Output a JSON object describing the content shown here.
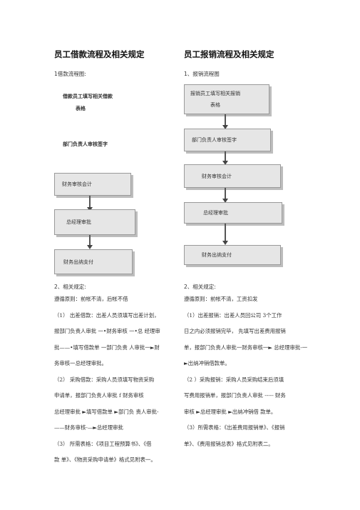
{
  "left": {
    "title": "员工借款流程及相关规定",
    "flow_heading": "1借款流程图:",
    "step1_line1": "借款员工填写相关借款",
    "step1_line2": "表格",
    "step2": "部门负责人审核签字",
    "box1": "财务审核会计",
    "box2": "总经理审批",
    "box3": "财务出纳支付",
    "rules_heading": "2、相关规定:",
    "rules_lines": [
      "遵循原则：前帐不清，后帐不借",
      "（1）  出差借款：出差人员须填写出差计划，",
      "报部门负责人审批 一•财务审核 一•总 经理审",
      "批——•填写借款单 一部门负责 人审批一►财",
      "务审核一总经理审批。",
      "（2）  采购借款：采购人员须填写物资采购",
      "申请单，报部门负责人审批   f 财务审核",
      "总经理审批 ►填写借款单  ►部门负 责人审批-",
      "——财务审核-—►总经理审批",
      "（3）  所需表格：《项目工程预算书》、《借",
      "款 单》、《物资采购申请单》格式见附表一。"
    ]
  },
  "right": {
    "title": "员工报销流程及相关规定",
    "flow_heading": "1、报销流程图",
    "box1_line1": "报销员工填写相关报销",
    "box1_line2": "表格",
    "box2": "部门负责人审核签字",
    "box3": "财务审核会计",
    "box4": "总经理审批",
    "box5": "财务出纳支付",
    "rules_heading": "2、相关规定:",
    "rules_lines": [
      "遵循原则：前帐不清，工资扣发",
      "（1）出差报销：出差人员回公司 3个工作",
      "日之内必须报销完毕，  先填写出差费用报销",
      "单，报部门负责人审批一财务审核一►  总经理审批-一",
      "►出纳冲销借款单。",
      "（2 ）采购报销：采购人员采购结束后须填",
      "写费用报销单，报部门负责人审批 ----- 财务",
      "审核 ►总经理审批   ►出纳冲销借 款单。",
      "（3）所需表格：《出差费用报销单》、《报销",
      "单》、《费用报销总表》格式见附表二。"
    ]
  }
}
